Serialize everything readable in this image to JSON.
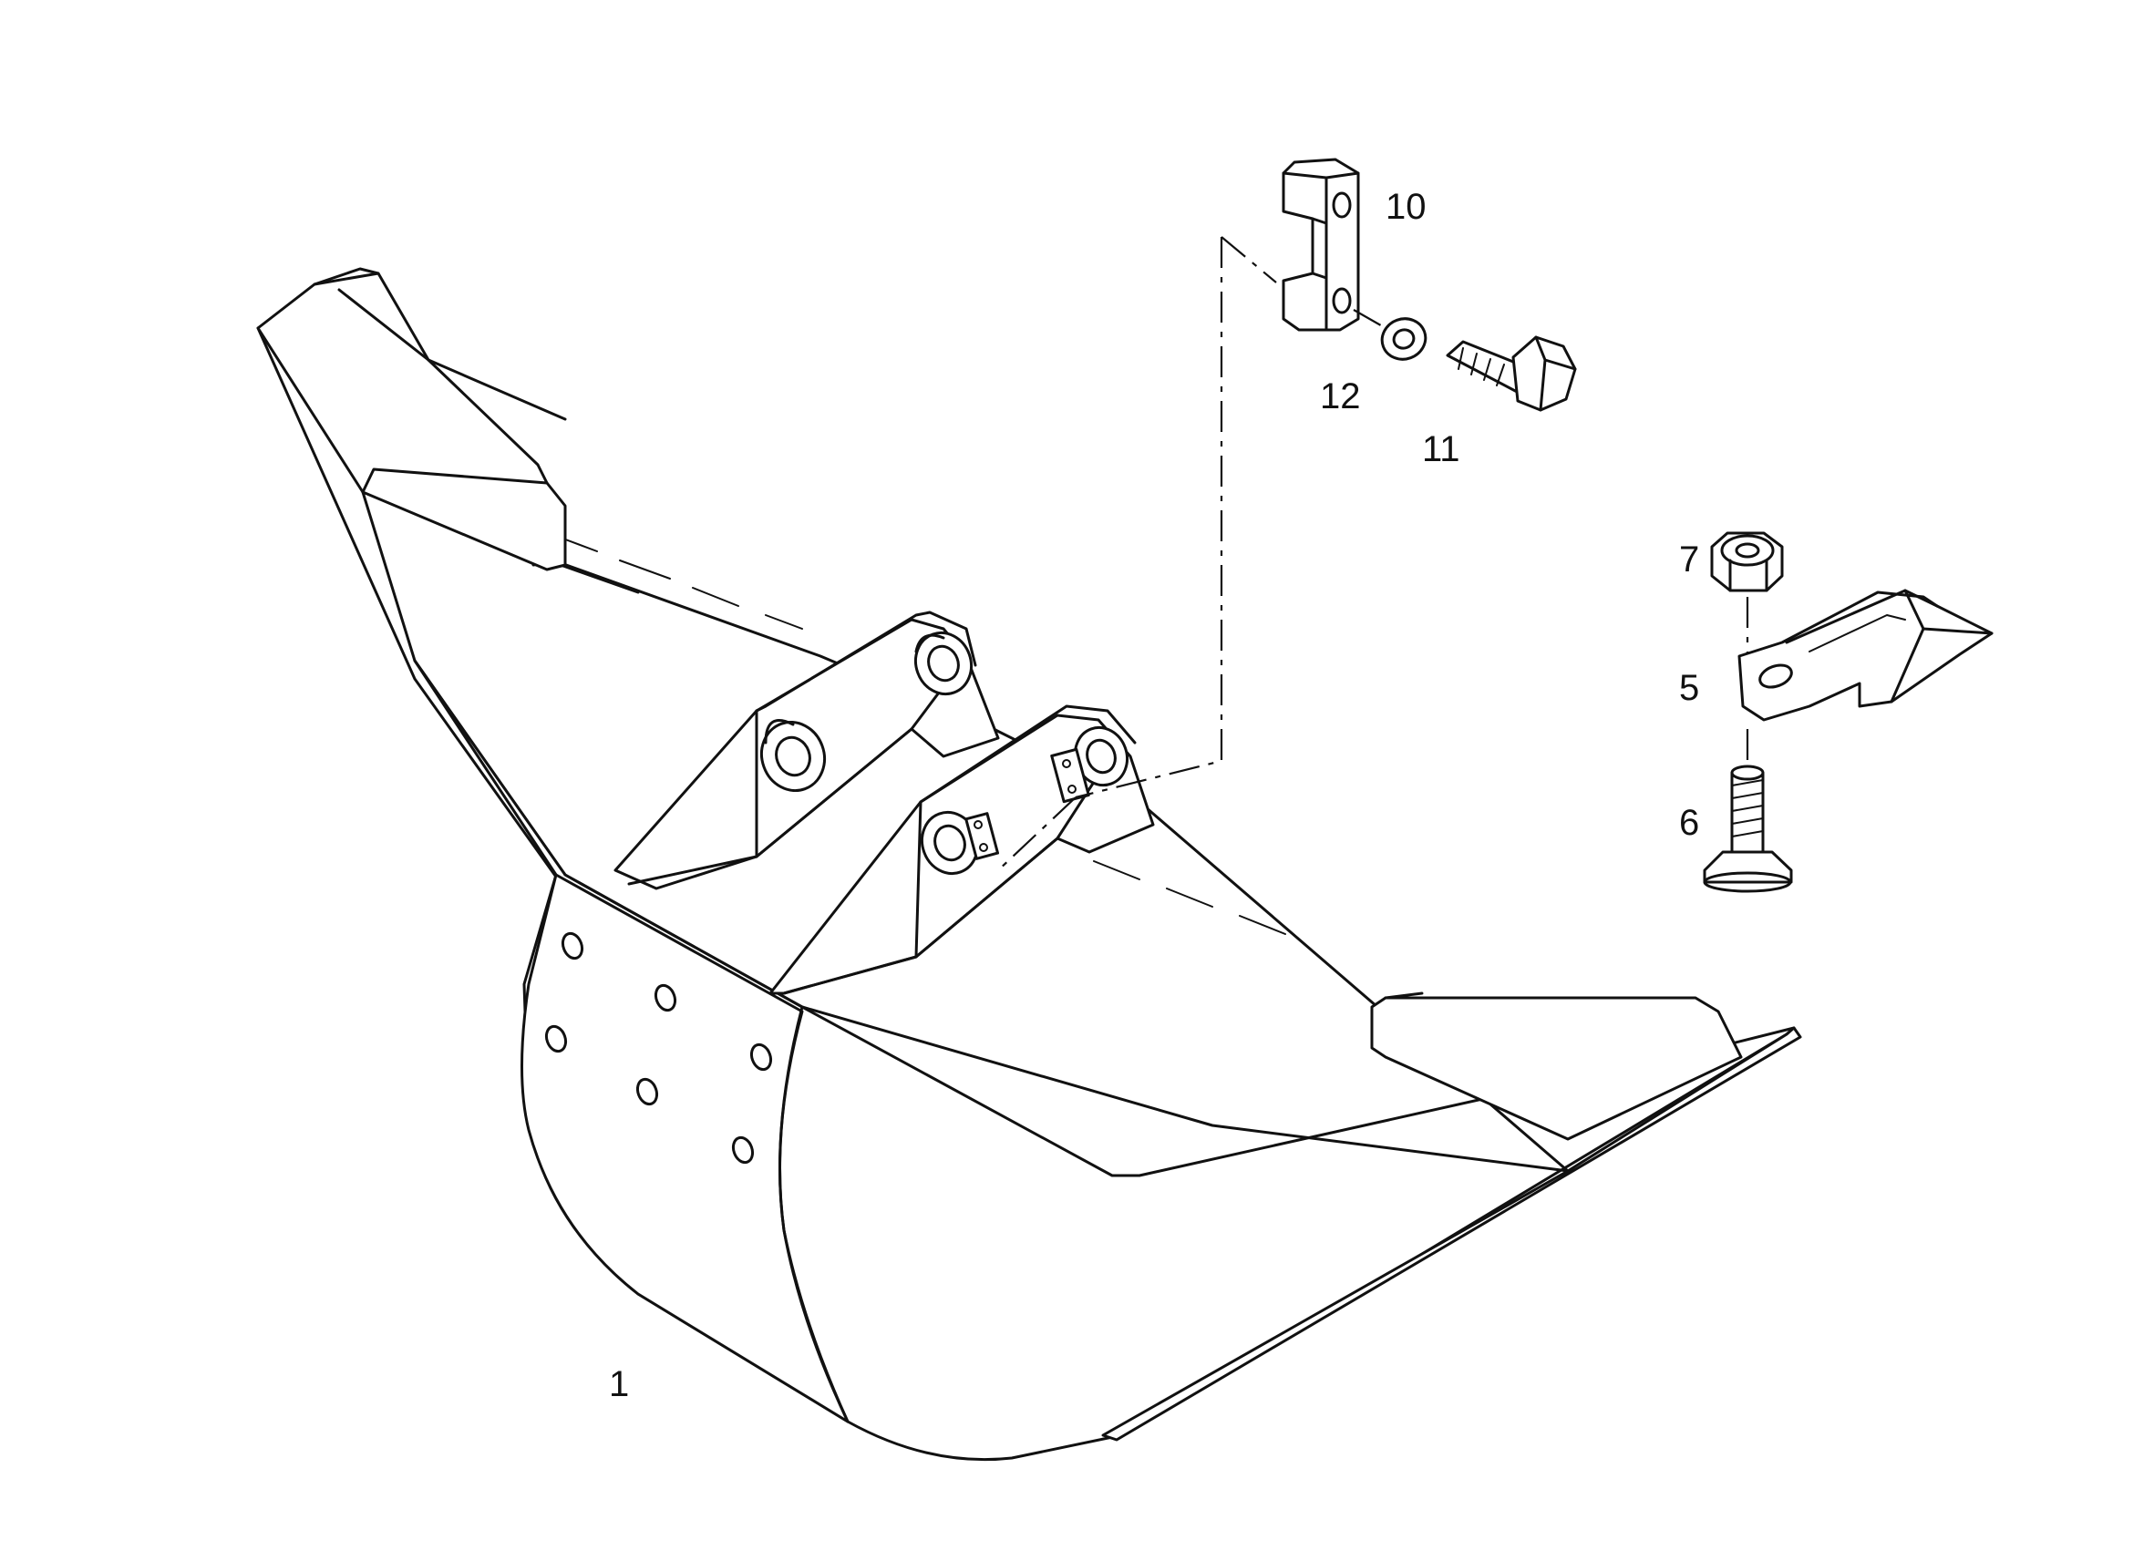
{
  "parts": [
    {
      "id": "bucket",
      "label": "1"
    },
    {
      "id": "tooth",
      "label": "5"
    },
    {
      "id": "tooth-bolt",
      "label": "6"
    },
    {
      "id": "tooth-nut",
      "label": "7"
    },
    {
      "id": "clamp-block",
      "label": "10"
    },
    {
      "id": "hex-bolt",
      "label": "11"
    },
    {
      "id": "washer",
      "label": "12"
    }
  ]
}
